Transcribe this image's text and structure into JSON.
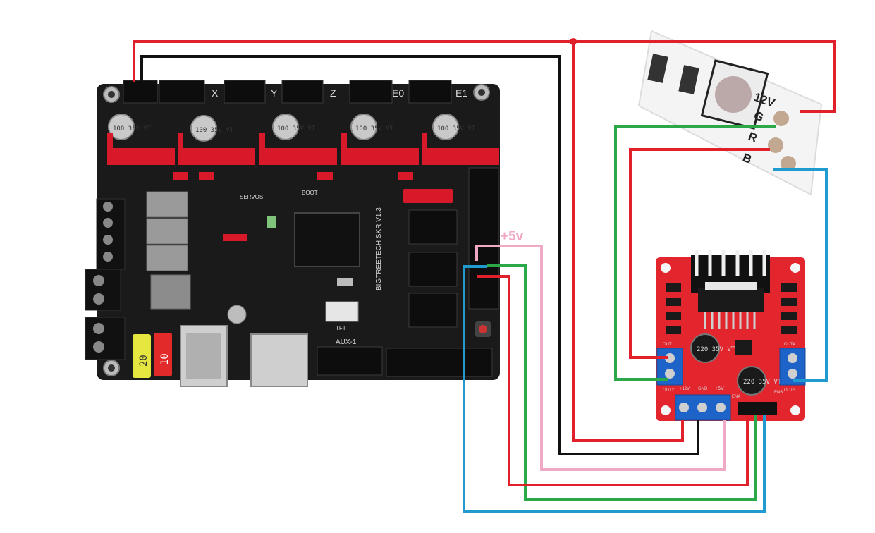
{
  "wire_label": "+5v",
  "colors": {
    "wire_red": "#e0202a",
    "wire_black": "#111111",
    "wire_green": "#2aa84a",
    "wire_blue": "#1f9bd0",
    "wire_pink": "#f0a8c4",
    "board_black": "#1a1a1a",
    "driver_board_red": "#e3262e",
    "terminal_blue": "#1e63c8"
  },
  "skr": {
    "model": "BIGTREETECH SKR V1.3",
    "axis_labels": [
      "X",
      "Y",
      "Z",
      "E0",
      "E1"
    ],
    "caps": [
      "100 35V VT",
      "100 35V VT",
      "100 35V VT",
      "100 35V VT",
      "100 35V VT"
    ],
    "fuses": [
      "20",
      "10"
    ],
    "tft": "TFT",
    "aux": "AUX-1",
    "servos": "SERVOS",
    "boot": "BOOT"
  },
  "strip": {
    "labels": [
      "12V",
      "G",
      "R",
      "B"
    ]
  },
  "l298n": {
    "cap_labels": [
      "220 35V VT",
      "220 35V VT"
    ],
    "out_labels": [
      "OUT1",
      "OUT2",
      "OUT3",
      "OUT4"
    ],
    "power_labels": [
      "+12V",
      "GND",
      "+5V"
    ],
    "enable_labels": [
      "ENA",
      "ENB"
    ]
  }
}
